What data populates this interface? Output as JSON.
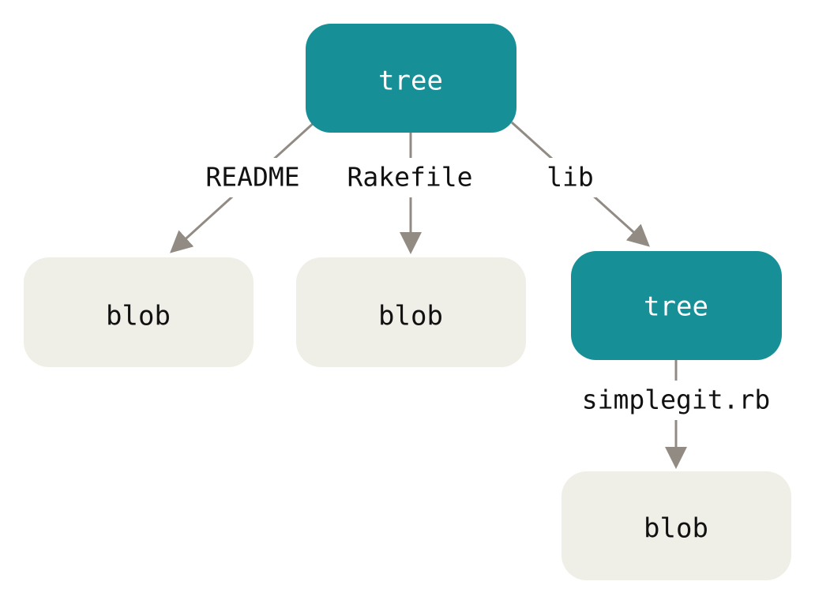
{
  "colors": {
    "tree_fill": "#168f97",
    "tree_text": "#ffffff",
    "blob_fill": "#efeee7",
    "blob_text": "#111111",
    "edge": "#918b84",
    "label_text": "#111111"
  },
  "nodes": {
    "root_tree": {
      "label": "tree",
      "kind": "tree"
    },
    "readme_blob": {
      "label": "blob",
      "kind": "blob"
    },
    "rakefile_blob": {
      "label": "blob",
      "kind": "blob"
    },
    "lib_tree": {
      "label": "tree",
      "kind": "tree"
    },
    "simplegit_blob": {
      "label": "blob",
      "kind": "blob"
    }
  },
  "edges": {
    "readme": {
      "label": "README"
    },
    "rakefile": {
      "label": "Rakefile"
    },
    "lib": {
      "label": "lib"
    },
    "simplegit": {
      "label": "simplegit.rb"
    }
  }
}
